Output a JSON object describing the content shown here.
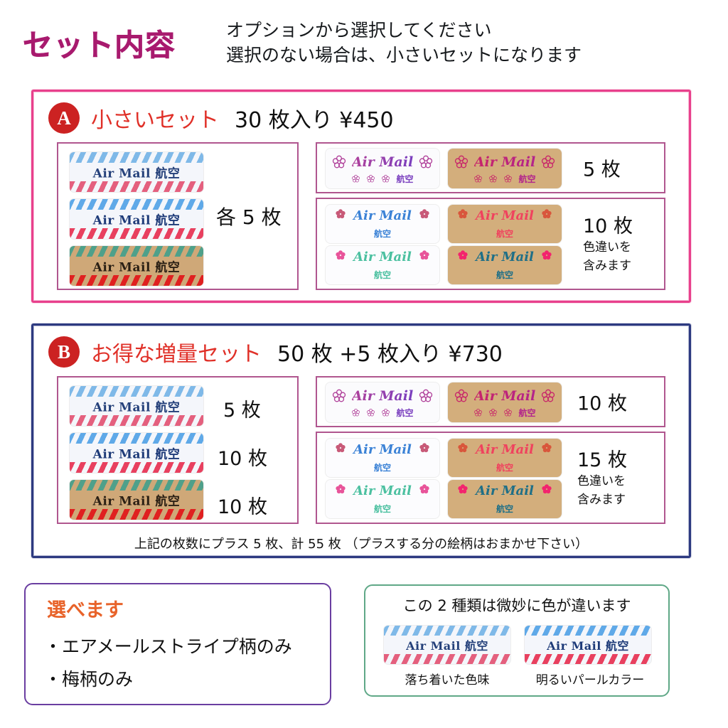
{
  "header": {
    "title": "セット内容",
    "notes": [
      "オプションから選択してください",
      "選択のない場合は、小さいセットになります"
    ]
  },
  "colors": {
    "title": "#a81a6e",
    "frame_a": "#e8408c",
    "frame_b": "#2d3a80",
    "inner_box": "#b0568f",
    "badge": "#cc2222",
    "set_name": "#e03028",
    "choose_border": "#6a3ea1",
    "choose_title": "#e8632a",
    "compare_border": "#5fa887"
  },
  "sets": [
    {
      "badge": "A",
      "name": "小さいセット",
      "price": "30 枚入り ¥450",
      "left_panel": {
        "stickers": [
          {
            "design": "airmail-stripe",
            "variant": "white-pearl",
            "text": "Air Mail 航空"
          },
          {
            "design": "airmail-stripe",
            "variant": "white-bright",
            "text": "Air Mail 航空"
          },
          {
            "design": "airmail-stripe",
            "variant": "kraft",
            "text": "Air Mail 航空"
          }
        ],
        "qty": "各 5 枚"
      },
      "right_panels": [
        {
          "stickers": [
            {
              "design": "plum-frame",
              "variant": "white",
              "text": "Air Mail",
              "kanji": "航空"
            },
            {
              "design": "plum-frame",
              "variant": "kraft",
              "text": "Air Mail",
              "kanji": "航空"
            }
          ],
          "qty": "5 枚",
          "qty_note": []
        },
        {
          "stickers": [
            {
              "design": "plum-side",
              "variant": "white",
              "ink": "blue",
              "text": "Air Mail",
              "kanji": "航空"
            },
            {
              "design": "plum-side",
              "variant": "kraft",
              "ink": "red",
              "text": "Air Mail",
              "kanji": "航空"
            },
            {
              "design": "plum-side",
              "variant": "white",
              "ink": "green",
              "text": "Air Mail",
              "kanji": "航空"
            },
            {
              "design": "plum-side",
              "variant": "kraft",
              "ink": "teal",
              "text": "Air Mail",
              "kanji": "航空"
            }
          ],
          "qty": "10 枚",
          "qty_note": [
            "色違いを",
            "含みます"
          ]
        }
      ],
      "footnote": ""
    },
    {
      "badge": "B",
      "name": "お得な増量セット",
      "price": "50 枚 +5 枚入り ¥730",
      "left_panel": {
        "stickers": [
          {
            "design": "airmail-stripe",
            "variant": "white-pearl",
            "text": "Air Mail 航空",
            "qty": "5 枚"
          },
          {
            "design": "airmail-stripe",
            "variant": "white-bright",
            "text": "Air Mail 航空",
            "qty": "10 枚"
          },
          {
            "design": "airmail-stripe",
            "variant": "kraft",
            "text": "Air Mail 航空",
            "qty": "10 枚"
          }
        ],
        "qty": ""
      },
      "right_panels": [
        {
          "stickers": [
            {
              "design": "plum-frame",
              "variant": "white",
              "text": "Air Mail",
              "kanji": "航空"
            },
            {
              "design": "plum-frame",
              "variant": "kraft",
              "text": "Air Mail",
              "kanji": "航空"
            }
          ],
          "qty": "10 枚",
          "qty_note": []
        },
        {
          "stickers": [
            {
              "design": "plum-side",
              "variant": "white",
              "ink": "blue",
              "text": "Air Mail",
              "kanji": "航空"
            },
            {
              "design": "plum-side",
              "variant": "kraft",
              "ink": "red",
              "text": "Air Mail",
              "kanji": "航空"
            },
            {
              "design": "plum-side",
              "variant": "white",
              "ink": "green",
              "text": "Air Mail",
              "kanji": "航空"
            },
            {
              "design": "plum-side",
              "variant": "kraft",
              "ink": "teal",
              "text": "Air Mail",
              "kanji": "航空"
            }
          ],
          "qty": "15 枚",
          "qty_note": [
            "色違いを",
            "含みます"
          ]
        }
      ],
      "footnote": "上記の枚数にプラス 5 枚、計 55 枚 （プラスする分の絵柄はおまかせ下さい）"
    }
  ],
  "choose": {
    "title": "選べます",
    "items": [
      "・エアメールストライプ柄のみ",
      "・梅柄のみ"
    ]
  },
  "compare": {
    "title": "この 2 種類は微妙に色が違います",
    "samples": [
      {
        "text": "Air Mail 航空",
        "caption": "落ち着いた色味",
        "variant": "white-pearl"
      },
      {
        "text": "Air Mail 航空",
        "caption": "明るいパールカラー",
        "variant": "white-bright"
      }
    ]
  }
}
